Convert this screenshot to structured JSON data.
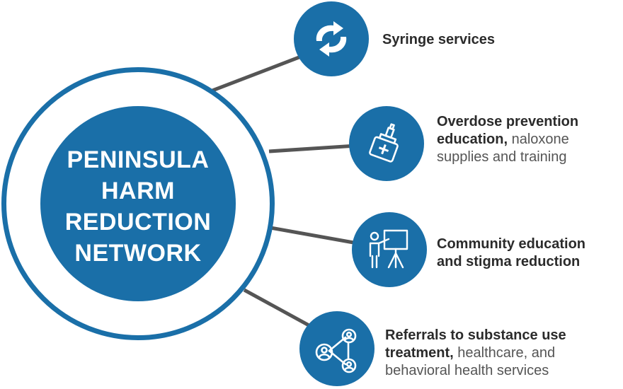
{
  "colors": {
    "primary": "#1a6fa8",
    "connector": "#555555",
    "text": "#2b2b2b"
  },
  "hub": {
    "lines": [
      "PENINSULA",
      "HARM",
      "REDUCTION",
      "NETWORK"
    ]
  },
  "services": [
    {
      "icon": "recycle-arrows-icon",
      "bold": "Syringe services",
      "rest": []
    },
    {
      "icon": "naloxone-kit-icon",
      "bold": "Overdose prevention",
      "bold2": "education,",
      "rest_inline": "naloxone",
      "rest": [
        "supplies and training"
      ]
    },
    {
      "icon": "presenter-easel-icon",
      "bold": "Community education",
      "bold2": "and stigma reduction",
      "rest": []
    },
    {
      "icon": "network-people-icon",
      "bold": "Referrals to substance use",
      "bold2": "treatment,",
      "rest_inline": "healthcare, and",
      "rest": [
        "behavioral health services"
      ]
    }
  ]
}
